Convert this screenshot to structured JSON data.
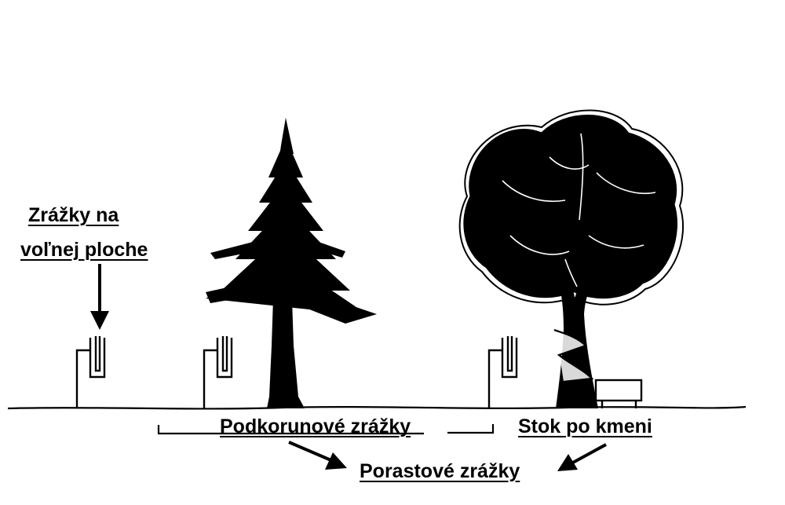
{
  "labels": {
    "open_area": [
      "Zrážky na",
      "voľnej ploche"
    ],
    "throughfall": "Podkorunové zrážky",
    "stemflow": "Stok po kmeni",
    "stand": "Porastové zrážky"
  },
  "colors": {
    "ink": "#000000",
    "paper": "#ffffff"
  }
}
